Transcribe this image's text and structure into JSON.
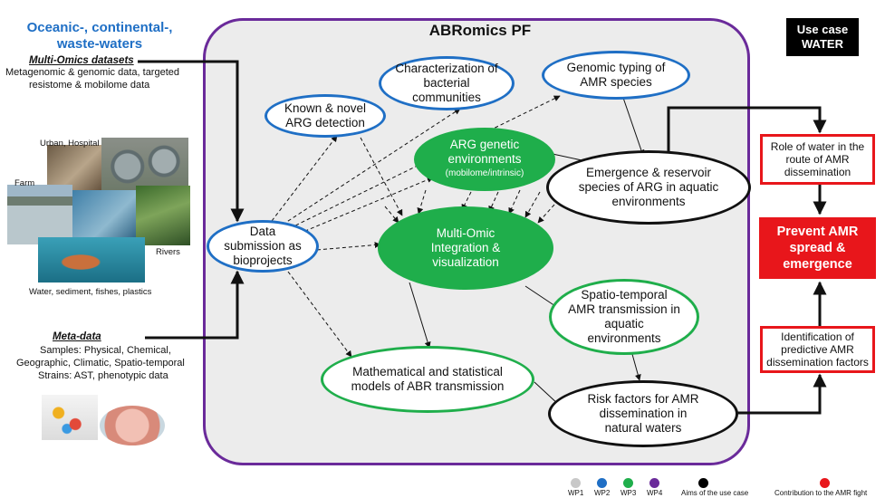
{
  "left_panel": {
    "heading": "Oceanic-, continental-, waste-waters",
    "datasets_title": "Multi-Omics datasets",
    "datasets_line1": "Metagenomic & genomic data, targeted",
    "datasets_line2": "resistome & mobilome data",
    "photo_labels": {
      "urban": "Urban, Hospital",
      "farm": "Farm",
      "rivers": "Rivers",
      "water": "Water, sediment, fishes, plastics"
    },
    "metadata_title": "Meta-data",
    "metadata_line1": "Samples: Physical, Chemical,",
    "metadata_line2": "Geographic, Climatic, Spatio-temporal",
    "metadata_line3": "Strains: AST, phenotypic data"
  },
  "platform": {
    "title": "ABRomics PF"
  },
  "nodes": {
    "characterization": "Characterization of bacterial communities",
    "genomic_typing": "Genomic typing of AMR species",
    "known_novel": "Known & novel ARG detection",
    "arg_genetic": "ARG genetic environments",
    "arg_genetic_sub": "(mobilome/intrinsic)",
    "emergence": "Emergence & reservoir species of ARG in aquatic environments",
    "data_submission": "Data submission as bioprojects",
    "multi_omic": "Multi-Omic Integration & visualization",
    "spatio_temporal": "Spatio-temporal AMR transmission in aquatic environments",
    "math_models": "Mathematical and statistical models of ABR transmission",
    "risk_factors": "Risk factors for AMR dissemination in natural waters"
  },
  "right_panel": {
    "use_case_line1": "Use case",
    "use_case_line2": "WATER",
    "role_of_water": "Role of water in the route of AMR dissemination",
    "prevent": "Prevent AMR spread & emergence",
    "identification": "Identification of predictive AMR dissemination factors"
  },
  "legend": {
    "items": [
      {
        "label": "WP1",
        "color": "#c8c8c8"
      },
      {
        "label": "WP2",
        "color": "#1f6fc5"
      },
      {
        "label": "WP3",
        "color": "#1fae4b"
      },
      {
        "label": "WP4",
        "color": "#6a2a9a"
      }
    ],
    "aims": {
      "label": "Aims of the use case",
      "color": "#000000"
    },
    "contribution": {
      "label": "Contribution to  the AMR fight",
      "color": "#e8161b"
    }
  },
  "colors": {
    "wp2_blue": "#1f6fc5",
    "wp3_green": "#1fae4b",
    "wp4_purple": "#6a2a9a",
    "contribution_red": "#e8161b",
    "platform_bg": "#ececec"
  }
}
